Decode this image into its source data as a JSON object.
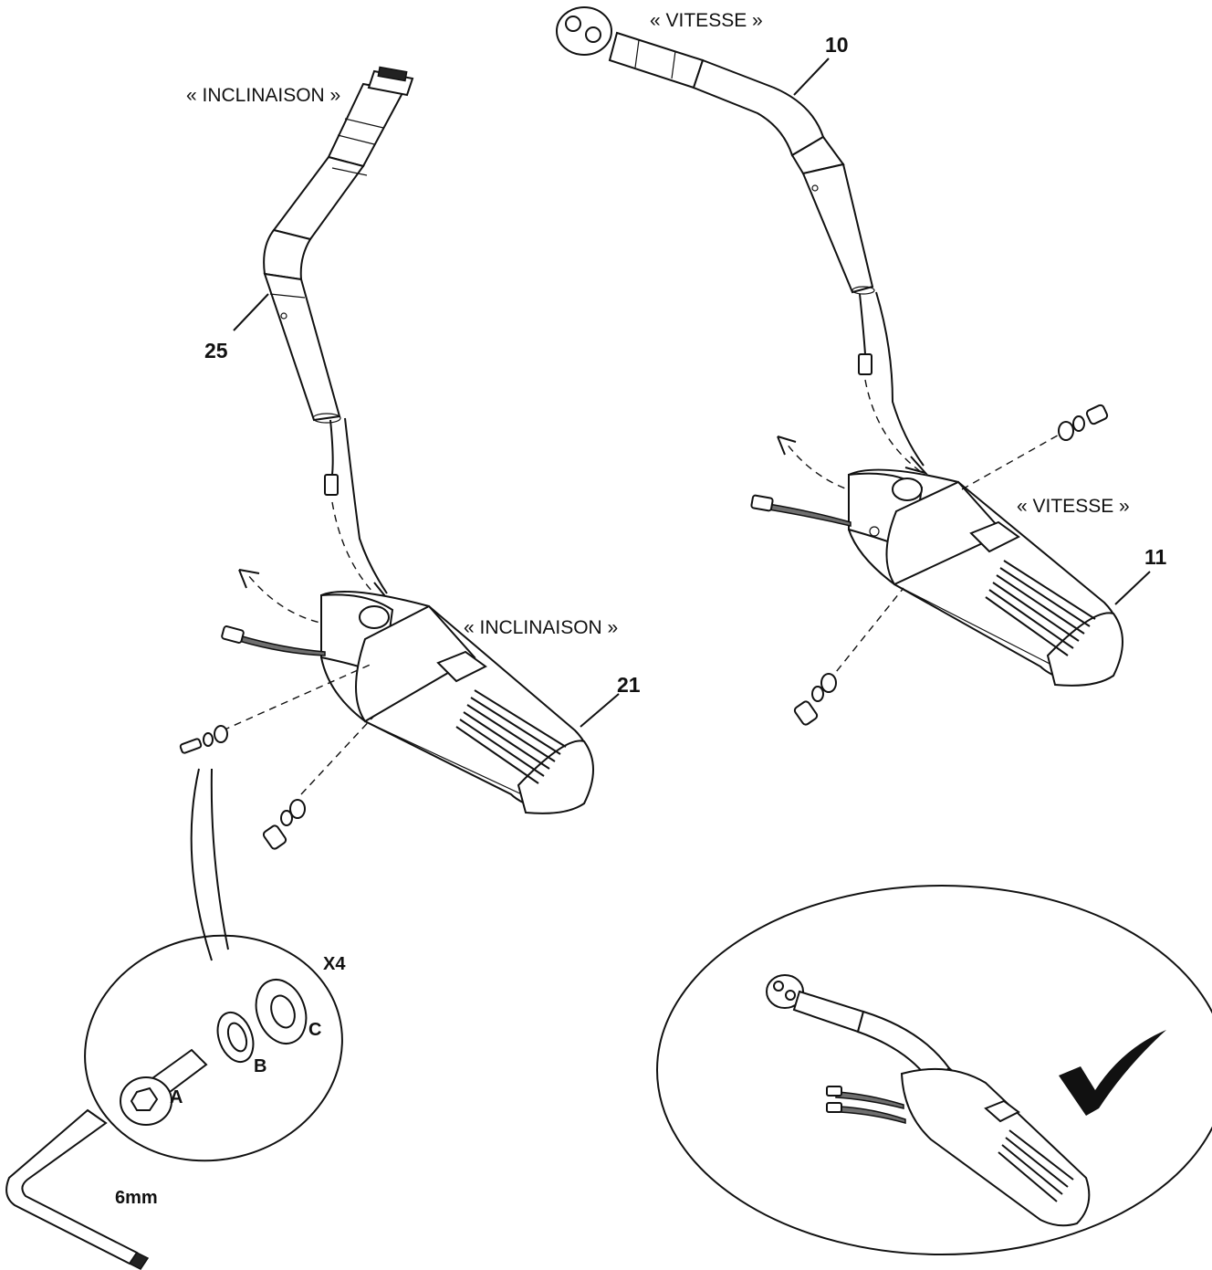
{
  "labels": {
    "inclinaison_tube": "« INCLINAISON »",
    "inclinaison_body": "« INCLINAISON »",
    "vitesse_tube": "« VITESSE »",
    "vitesse_body": "« VITESSE »"
  },
  "parts": {
    "p10": "10",
    "p11": "11",
    "p21": "21",
    "p25": "25"
  },
  "hardware": {
    "quantity": "X4",
    "screw": "A",
    "lock_washer": "B",
    "flat_washer": "C",
    "wrench_size": "6mm"
  },
  "colors": {
    "line": "#111111",
    "cable": "#6f6f6f"
  },
  "icons": {
    "confirmation": "checkmark-icon"
  }
}
